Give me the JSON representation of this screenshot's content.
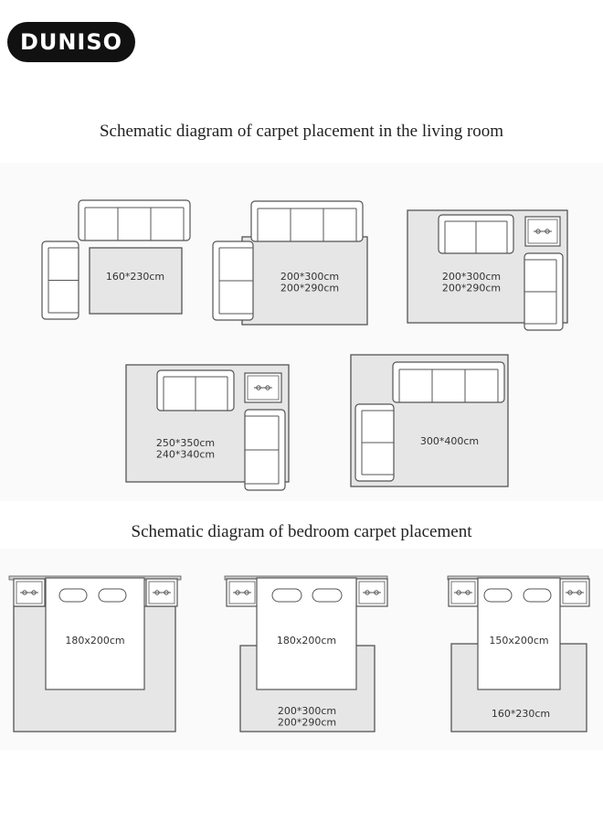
{
  "brand": {
    "logo_text": "DUNISO"
  },
  "living_room": {
    "heading": "Schematic diagram of carpet placement in the living room",
    "layouts": [
      {
        "size_lines": [
          "160*230cm"
        ]
      },
      {
        "size_lines": [
          "200*300cm",
          "200*290cm"
        ]
      },
      {
        "size_lines": [
          "200*300cm",
          "200*290cm"
        ]
      },
      {
        "size_lines": [
          "250*350cm",
          "240*340cm"
        ]
      },
      {
        "size_lines": [
          "300*400cm"
        ]
      }
    ]
  },
  "bedroom": {
    "heading": "Schematic diagram of bedroom carpet placement",
    "layouts": [
      {
        "bed_size": "180x200cm",
        "rug_lines": []
      },
      {
        "bed_size": "180x200cm",
        "rug_lines": [
          "200*300cm",
          "200*290cm"
        ]
      },
      {
        "bed_size": "150x200cm",
        "rug_lines": [
          "160*230cm"
        ]
      }
    ]
  },
  "colors": {
    "rug_fill": "#e6e6e6",
    "outline": "#555555",
    "furniture_fill": "#ffffff",
    "logo_bg": "#111111"
  }
}
